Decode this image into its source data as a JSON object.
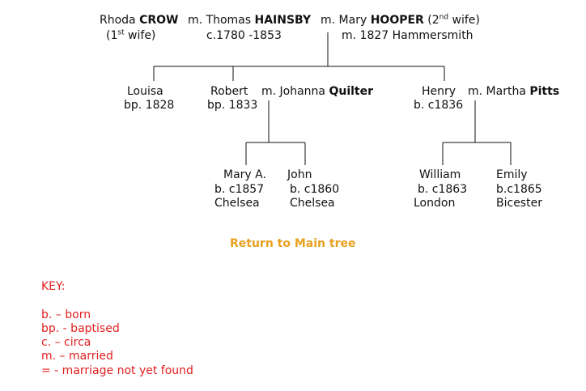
{
  "tree": {
    "parents": {
      "rhoda": {
        "first": "Rhoda",
        "surname": "CROW",
        "note_open": "(1",
        "note_sup": "st",
        "note_close": " wife)"
      },
      "thomas": {
        "prefix": "m. Thomas",
        "surname": "HAINSBY",
        "dates": "c.1780 -1853"
      },
      "mary": {
        "prefix": "m. Mary",
        "surname": "HOOPER",
        "note_open": "(2",
        "note_sup": "nd",
        "note_close": " wife)",
        "marriage": "m. 1827 Hammersmith"
      }
    },
    "children": {
      "louisa": {
        "name": "Louisa",
        "date": "bp. 1828"
      },
      "robert": {
        "name": "Robert",
        "date": "bp. 1833",
        "spouse_prefix": "m. Johanna",
        "spouse_surname": "Quilter"
      },
      "henry": {
        "name": "Henry",
        "date": "b. c1836",
        "spouse_prefix": "m. Martha",
        "spouse_surname": "Pitts"
      }
    },
    "grandchildren": {
      "mary_a": {
        "name": "Mary A.",
        "date": "b. c1857",
        "place": "Chelsea"
      },
      "john": {
        "name": "John",
        "date": "b. c1860",
        "place": "Chelsea"
      },
      "william": {
        "name": "William",
        "date": "b. c1863",
        "place": "London"
      },
      "emily": {
        "name": "Emily",
        "date": "b.c1865",
        "place": "Bicester"
      }
    }
  },
  "return_link": "Return to Main tree",
  "key": {
    "title": "KEY:",
    "items": [
      "b. – born",
      "bp. - baptised",
      "c. – circa",
      "m. – married",
      "= - marriage not yet found"
    ]
  },
  "colors": {
    "link": "#e8a020",
    "key": "#e02020",
    "line": "#111111"
  }
}
